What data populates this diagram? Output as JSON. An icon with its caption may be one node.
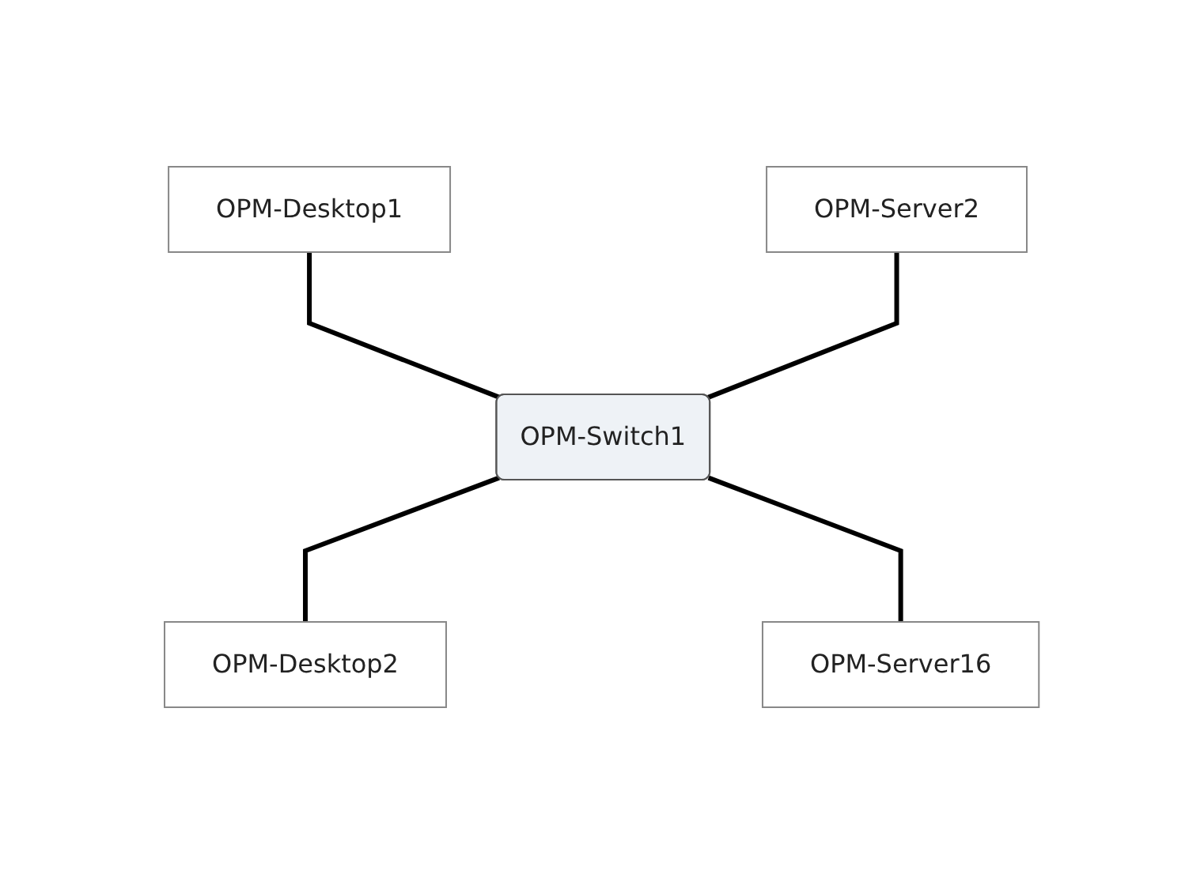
{
  "diagram": {
    "nodes": [
      {
        "text": [
          "OPM-Desktop1"
        ]
      },
      {
        "text": [
          "OPM-Server2"
        ]
      },
      {
        "text": [
          "OPM-Switch1"
        ]
      },
      {
        "text": [
          "OPM-Desktop2"
        ]
      },
      {
        "text": [
          "OPM-Server16"
        ]
      }
    ],
    "edges": [
      {
        "from": 0,
        "to": 2,
        "arrow": "none"
      },
      {
        "from": 1,
        "to": 2,
        "arrow": "none"
      },
      {
        "from": 2,
        "to": 3,
        "arrow": "none"
      },
      {
        "from": 2,
        "to": 4,
        "arrow": "none"
      }
    ]
  }
}
